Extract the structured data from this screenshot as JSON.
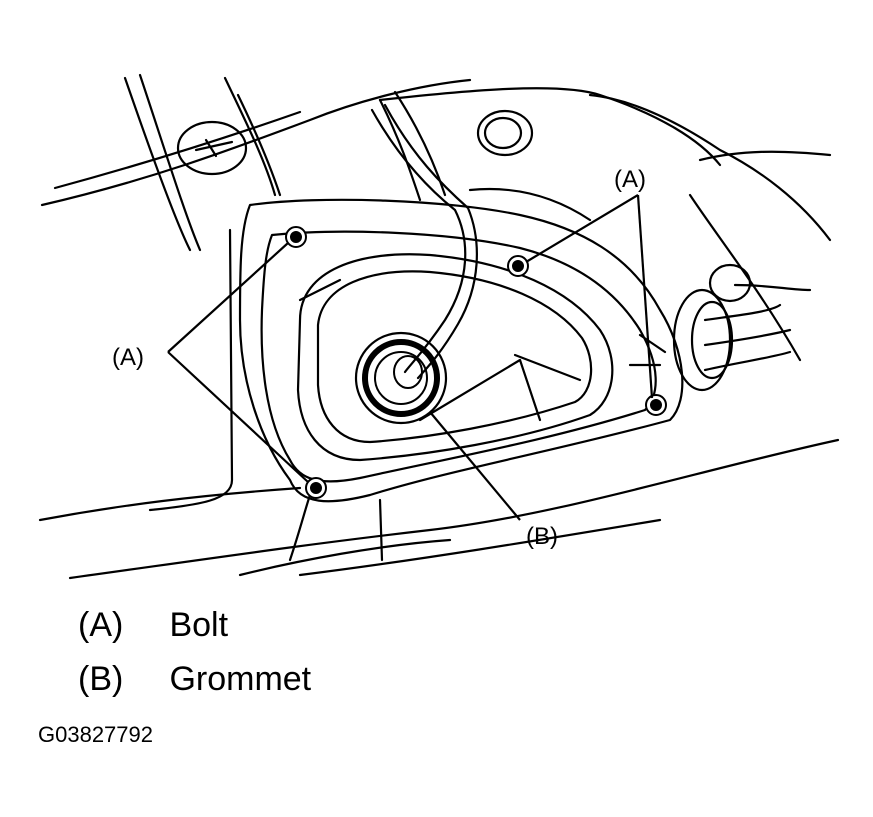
{
  "callouts": {
    "a_top": "(A)",
    "a_left": "(A)",
    "b": "(B)"
  },
  "legend": [
    {
      "key": "(A)",
      "label": "Bolt"
    },
    {
      "key": "(B)",
      "label": "Grommet"
    }
  ],
  "figure_id": "G03827792"
}
